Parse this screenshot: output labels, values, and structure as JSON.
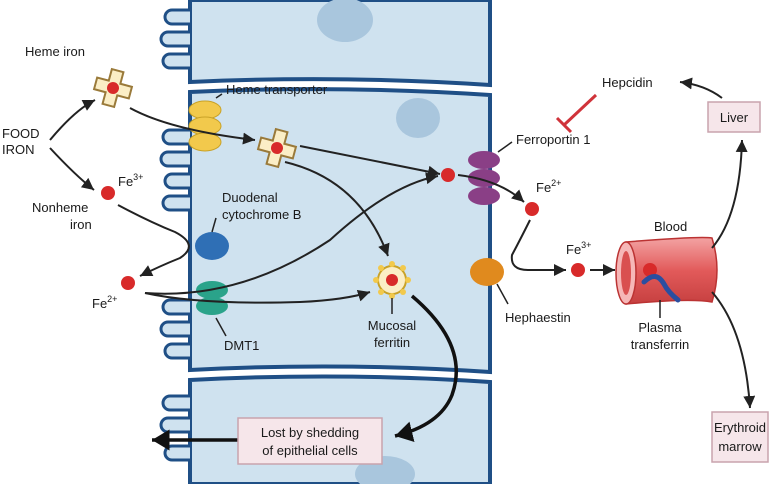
{
  "labels": {
    "heme_iron": "Heme iron",
    "food_iron_1": "FOOD",
    "food_iron_2": "IRON",
    "nonheme_1": "Nonheme",
    "nonheme_2": "iron",
    "heme_transporter": "Heme transporter",
    "duodenal_1": "Duodenal",
    "duodenal_2": "cytochrome B",
    "dmt1": "DMT1",
    "mucosal_1": "Mucosal",
    "mucosal_2": "ferritin",
    "ferroportin": "Ferroportin 1",
    "hephaestin": "Hephaestin",
    "hepcidin": "Hepcidin",
    "blood": "Blood",
    "plasma_1": "Plasma",
    "plasma_2": "transferrin",
    "fe": "Fe",
    "fe3_sup": "3+",
    "fe2_sup": "2+"
  },
  "boxes": {
    "liver": "Liver",
    "erythroid_1": "Erythroid",
    "erythroid_2": "marrow",
    "lost_1": "Lost by shedding",
    "lost_2": "of epithelial cells"
  },
  "colors": {
    "cell": "#cfe2ef",
    "membrane": "#1f4f86",
    "nucleus": "#a9c6dd",
    "iron": "#d82a2a",
    "heme_transporter": "#f2c94c",
    "cytochrome": "#2f6fb5",
    "dmt1": "#2aa38a",
    "ferroportin": "#8a3f86",
    "hephaestin": "#e08a1e",
    "vessel": "#e66a6a",
    "transferrin": "#2b4ea0",
    "box_fill": "#f6e6ea",
    "box_stroke": "#c9a3ad",
    "inhibit": "#d0333a"
  }
}
